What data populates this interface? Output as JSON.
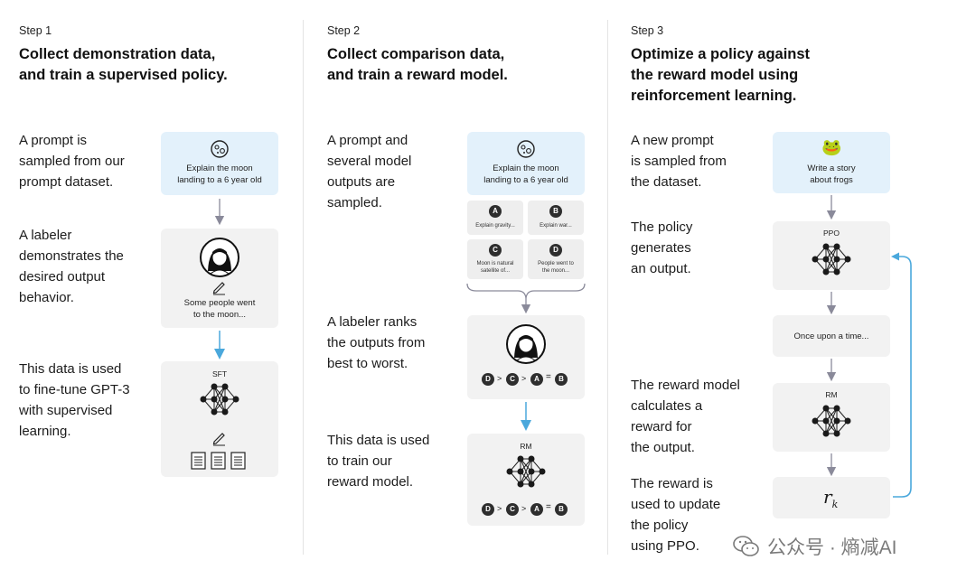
{
  "step1": {
    "label": "Step 1",
    "heading_line1": "Collect demonstration data,",
    "heading_line2": "and train a supervised policy.",
    "desc1": [
      "A prompt is",
      "sampled from our",
      "prompt dataset."
    ],
    "desc2": [
      "A labeler",
      "demonstrates the",
      "desired output",
      "behavior."
    ],
    "desc3": [
      "This data is used",
      "to fine-tune GPT-3",
      "with supervised",
      "learning."
    ],
    "prompt_text": [
      "Explain the moon",
      "landing to a 6 year old"
    ],
    "labeler_text": [
      "Some people went",
      "to the moon..."
    ],
    "model_label": "SFT"
  },
  "step2": {
    "label": "Step 2",
    "heading_line1": "Collect comparison data,",
    "heading_line2": "and train a reward model.",
    "desc1": [
      "A prompt and",
      "several model",
      "outputs are",
      "sampled."
    ],
    "desc2": [
      "A labeler ranks",
      "the outputs from",
      "best to worst."
    ],
    "desc3": [
      "This data is used",
      "to train our",
      "reward model."
    ],
    "prompt_text": [
      "Explain the moon",
      "landing to a 6 year old"
    ],
    "outputs": [
      {
        "letter": "A",
        "text": [
          "Explain gravity..."
        ]
      },
      {
        "letter": "B",
        "text": [
          "Explain war..."
        ]
      },
      {
        "letter": "C",
        "text": [
          "Moon is natural",
          "satellite of..."
        ]
      },
      {
        "letter": "D",
        "text": [
          "People went to",
          "the moon..."
        ]
      }
    ],
    "ranking": [
      "D",
      "C",
      "A",
      "B"
    ],
    "model_label": "RM"
  },
  "step3": {
    "label": "Step 3",
    "heading_line1": "Optimize a policy against",
    "heading_line2": "the reward model using",
    "heading_line3": "reinforcement learning.",
    "desc1": [
      "A new prompt",
      "is sampled from",
      "the dataset."
    ],
    "desc2": [
      "The policy",
      "generates",
      "an output."
    ],
    "desc3": [
      "The reward model",
      "calculates a",
      "reward for",
      "the output."
    ],
    "desc4": [
      "The reward is",
      "used to update",
      "the policy",
      "using PPO."
    ],
    "prompt_text": [
      "Write a story",
      "about frogs"
    ],
    "policy_label": "PPO",
    "output_text": "Once upon a time...",
    "rm_label": "RM",
    "reward_symbol": "r",
    "reward_subscript": "k"
  },
  "watermark": "公众号 · 熵减AI",
  "colors": {
    "arrow_gray": "#8a8a9a",
    "arrow_blue": "#4aa8dc",
    "prompt_box": "#e3f1fb",
    "box": "#f2f2f2"
  },
  "icons": [
    "moon-icon",
    "labeler-avatar-icon",
    "pencil-icon",
    "neural-network-icon",
    "document-icon",
    "frog-icon",
    "wechat-icon"
  ]
}
